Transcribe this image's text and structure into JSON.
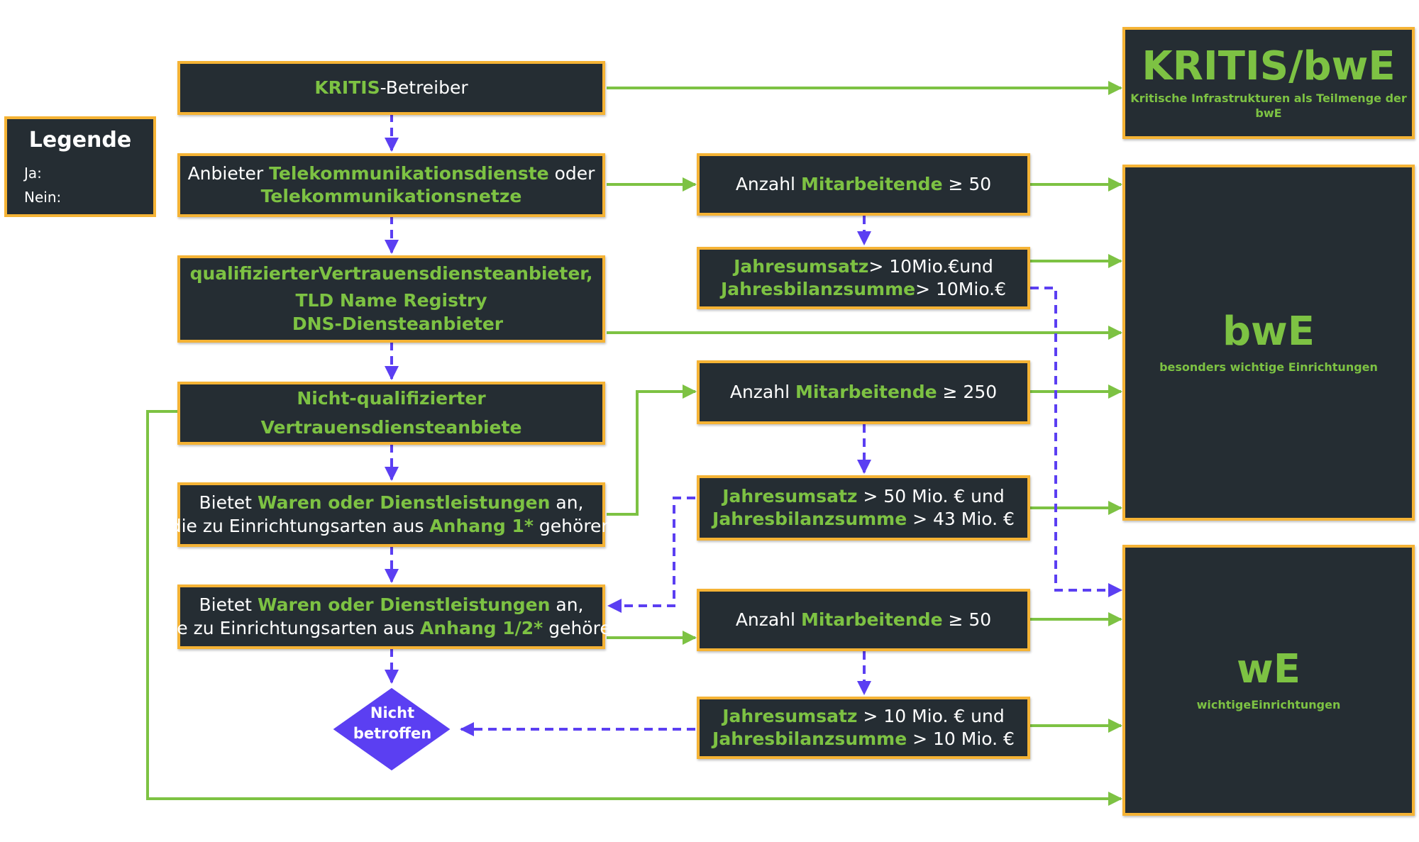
{
  "colors": {
    "yes": "#7dc243",
    "no": "#5b3ff2",
    "box_bg": "#252d33",
    "box_border": "#f5b335",
    "accent_text": "#7dc243"
  },
  "legend": {
    "title": "Legende",
    "yes": "Ja:",
    "no": "Nein:"
  },
  "boxes": {
    "kritis": {
      "l1": "KRITIS",
      "l2": "-Betreiber"
    },
    "telekom": {
      "a": "Anbieter ",
      "b": "Telekommunikationsdienste",
      "c": " oder",
      "d": "Telekommunikationsnetze"
    },
    "qualified": {
      "l1a": "qualifizierterVertrauensdiensteanbieter",
      "l1b": ",",
      "l2": "TLD Name Registry",
      "l3": "DNS-Diensteanbieter"
    },
    "nonqualified": {
      "l1": "Nicht-qualifizierter",
      "l2": "Vertrauensdiensteanbiete"
    },
    "anhang1": {
      "a": "Bietet ",
      "b": "Waren oder Dienstleistungen",
      "c": " an,",
      "d": "die zu Einrichtungsarten aus ",
      "e": "Anhang 1*",
      "f": " gehören"
    },
    "anhang12": {
      "a": "Bietet ",
      "b": "Waren oder Dienstleistungen",
      "c": " an,",
      "d": "die zu Einrichtungsarten aus ",
      "e": "Anhang 1/2*",
      "f": " gehören"
    },
    "ma50a": {
      "a": "Anzahl ",
      "b": "Mitarbeitende",
      "c": " ≥ 50"
    },
    "umsatz10a": {
      "a": "Jahresumsatz",
      "b": "> 10Mio.€und",
      "c": "Jahresbilanzsumme",
      "d": "> 10Mio.€"
    },
    "ma250": {
      "a": "Anzahl ",
      "b": "Mitarbeitende",
      "c": " ≥ 250"
    },
    "umsatz50": {
      "a": "Jahresumsatz",
      "b": " > 50 Mio. € und",
      "c": "Jahresbilanzsumme",
      "d": " > 43 Mio. €"
    },
    "ma50b": {
      "a": "Anzahl ",
      "b": "Mitarbeitende",
      "c": " ≥ 50"
    },
    "umsatz10b": {
      "a": "Jahresumsatz",
      "b": " > 10 Mio. € und",
      "c": "Jahresbilanzsumme",
      "d": " > 10 Mio. €"
    },
    "out_kritis": {
      "title": "KRITIS/bwE",
      "sub": "Kritische Infrastrukturen als Teilmenge der bwE"
    },
    "out_bwe": {
      "title": "bwE",
      "sub": "besonders wichtige Einrichtungen"
    },
    "out_we": {
      "title": "wE",
      "sub": "wichtigeEinrichtungen"
    },
    "not_affected": {
      "l1": "Nicht",
      "l2": "betroffen"
    }
  }
}
